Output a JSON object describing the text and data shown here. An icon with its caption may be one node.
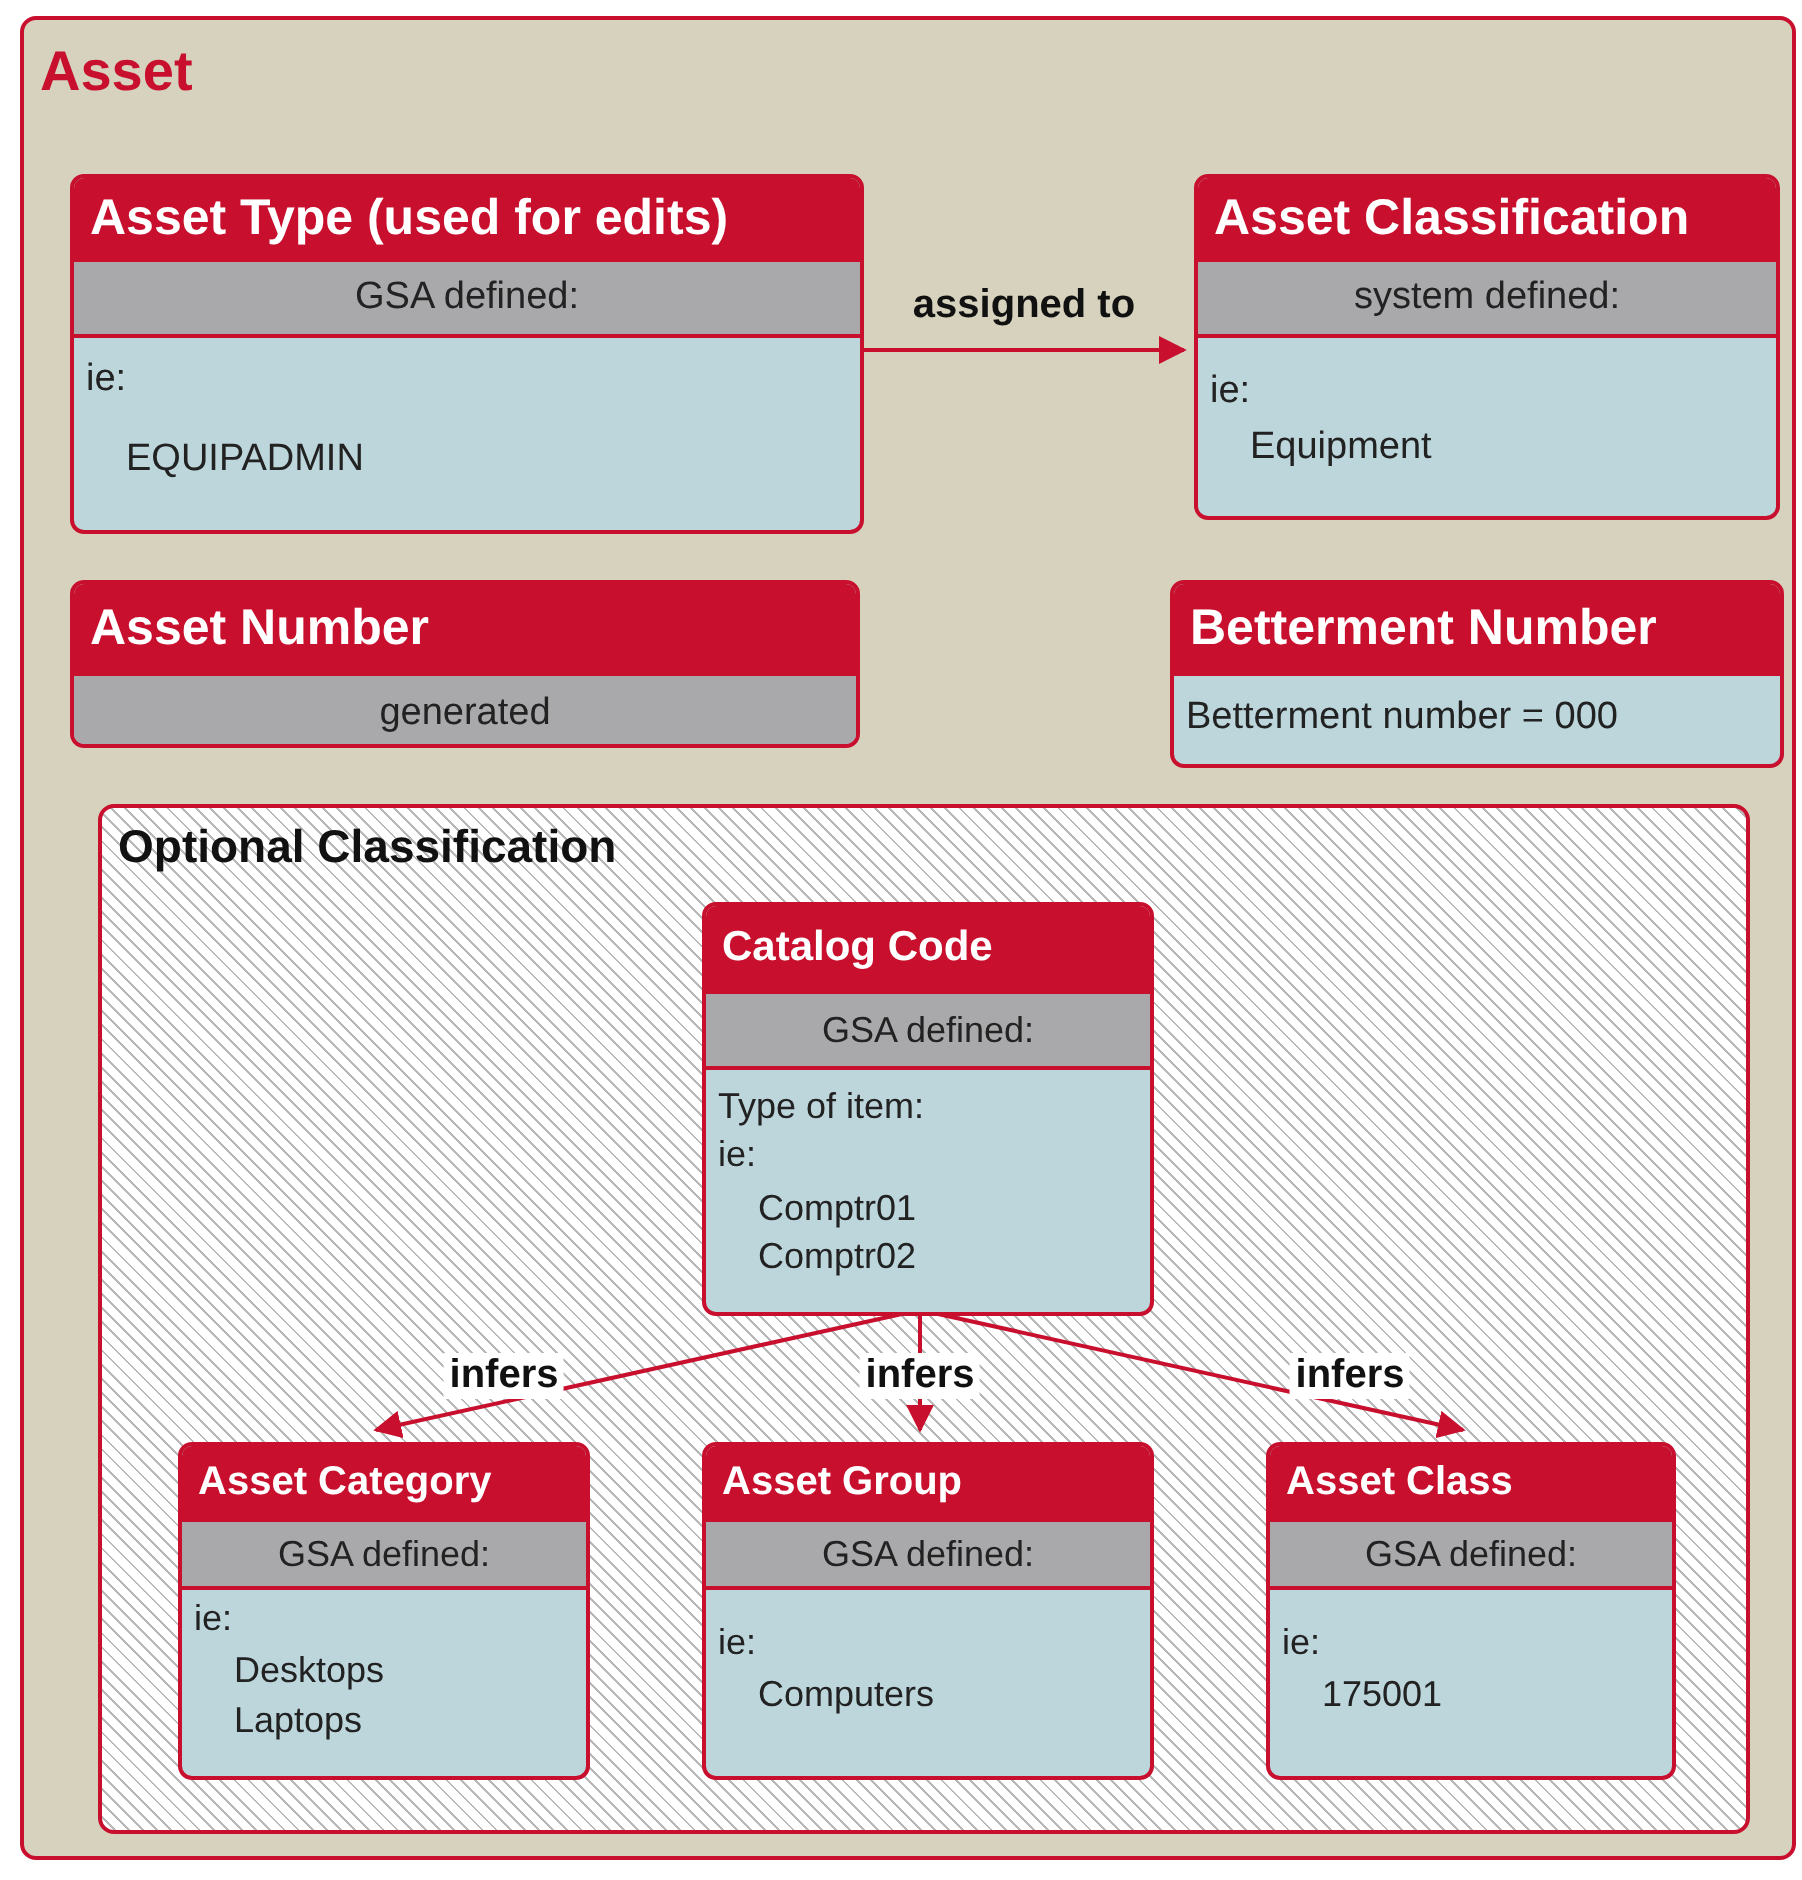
{
  "diagram": {
    "nodes": [
      {
        "text": [
          "Asset"
        ]
      },
      {
        "text": [
          "Asset Type (used for edits)",
          "GSA defined:",
          "ie:",
          "EQUIPADMIN"
        ],
        "in": 0
      },
      {
        "text": [
          "Asset Classification",
          "system defined:",
          "ie:",
          "Equipment"
        ],
        "in": 0
      },
      {
        "text": [
          "Asset Number",
          "generated"
        ],
        "in": 0
      },
      {
        "text": [
          "Betterment Number",
          "Betterment number = 000"
        ],
        "in": 0
      },
      {
        "text": [
          "Optional Classification"
        ],
        "in": 0
      },
      {
        "text": [
          "Catalog Code",
          "GSA defined:",
          "Type of item:",
          "ie:",
          "Comptr01",
          "Comptr02"
        ],
        "in": 5
      },
      {
        "text": [
          "Asset Category",
          "GSA defined:",
          "ie:",
          "Desktops",
          "Laptops"
        ],
        "in": 5
      },
      {
        "text": [
          "Asset Group",
          "GSA defined:",
          "ie:",
          "Computers"
        ],
        "in": 5
      },
      {
        "text": [
          "Asset Class",
          "GSA defined:",
          "ie:",
          "175001"
        ],
        "in": 5
      }
    ],
    "edges": [
      {
        "from": 1,
        "to": 2,
        "arrow": "to",
        "label": "assigned to"
      },
      {
        "from": 6,
        "to": 7,
        "arrow": "to",
        "label": "infers"
      },
      {
        "from": 6,
        "to": 8,
        "arrow": "to",
        "label": "infers"
      },
      {
        "from": 6,
        "to": 9,
        "arrow": "to",
        "label": "infers"
      }
    ]
  }
}
